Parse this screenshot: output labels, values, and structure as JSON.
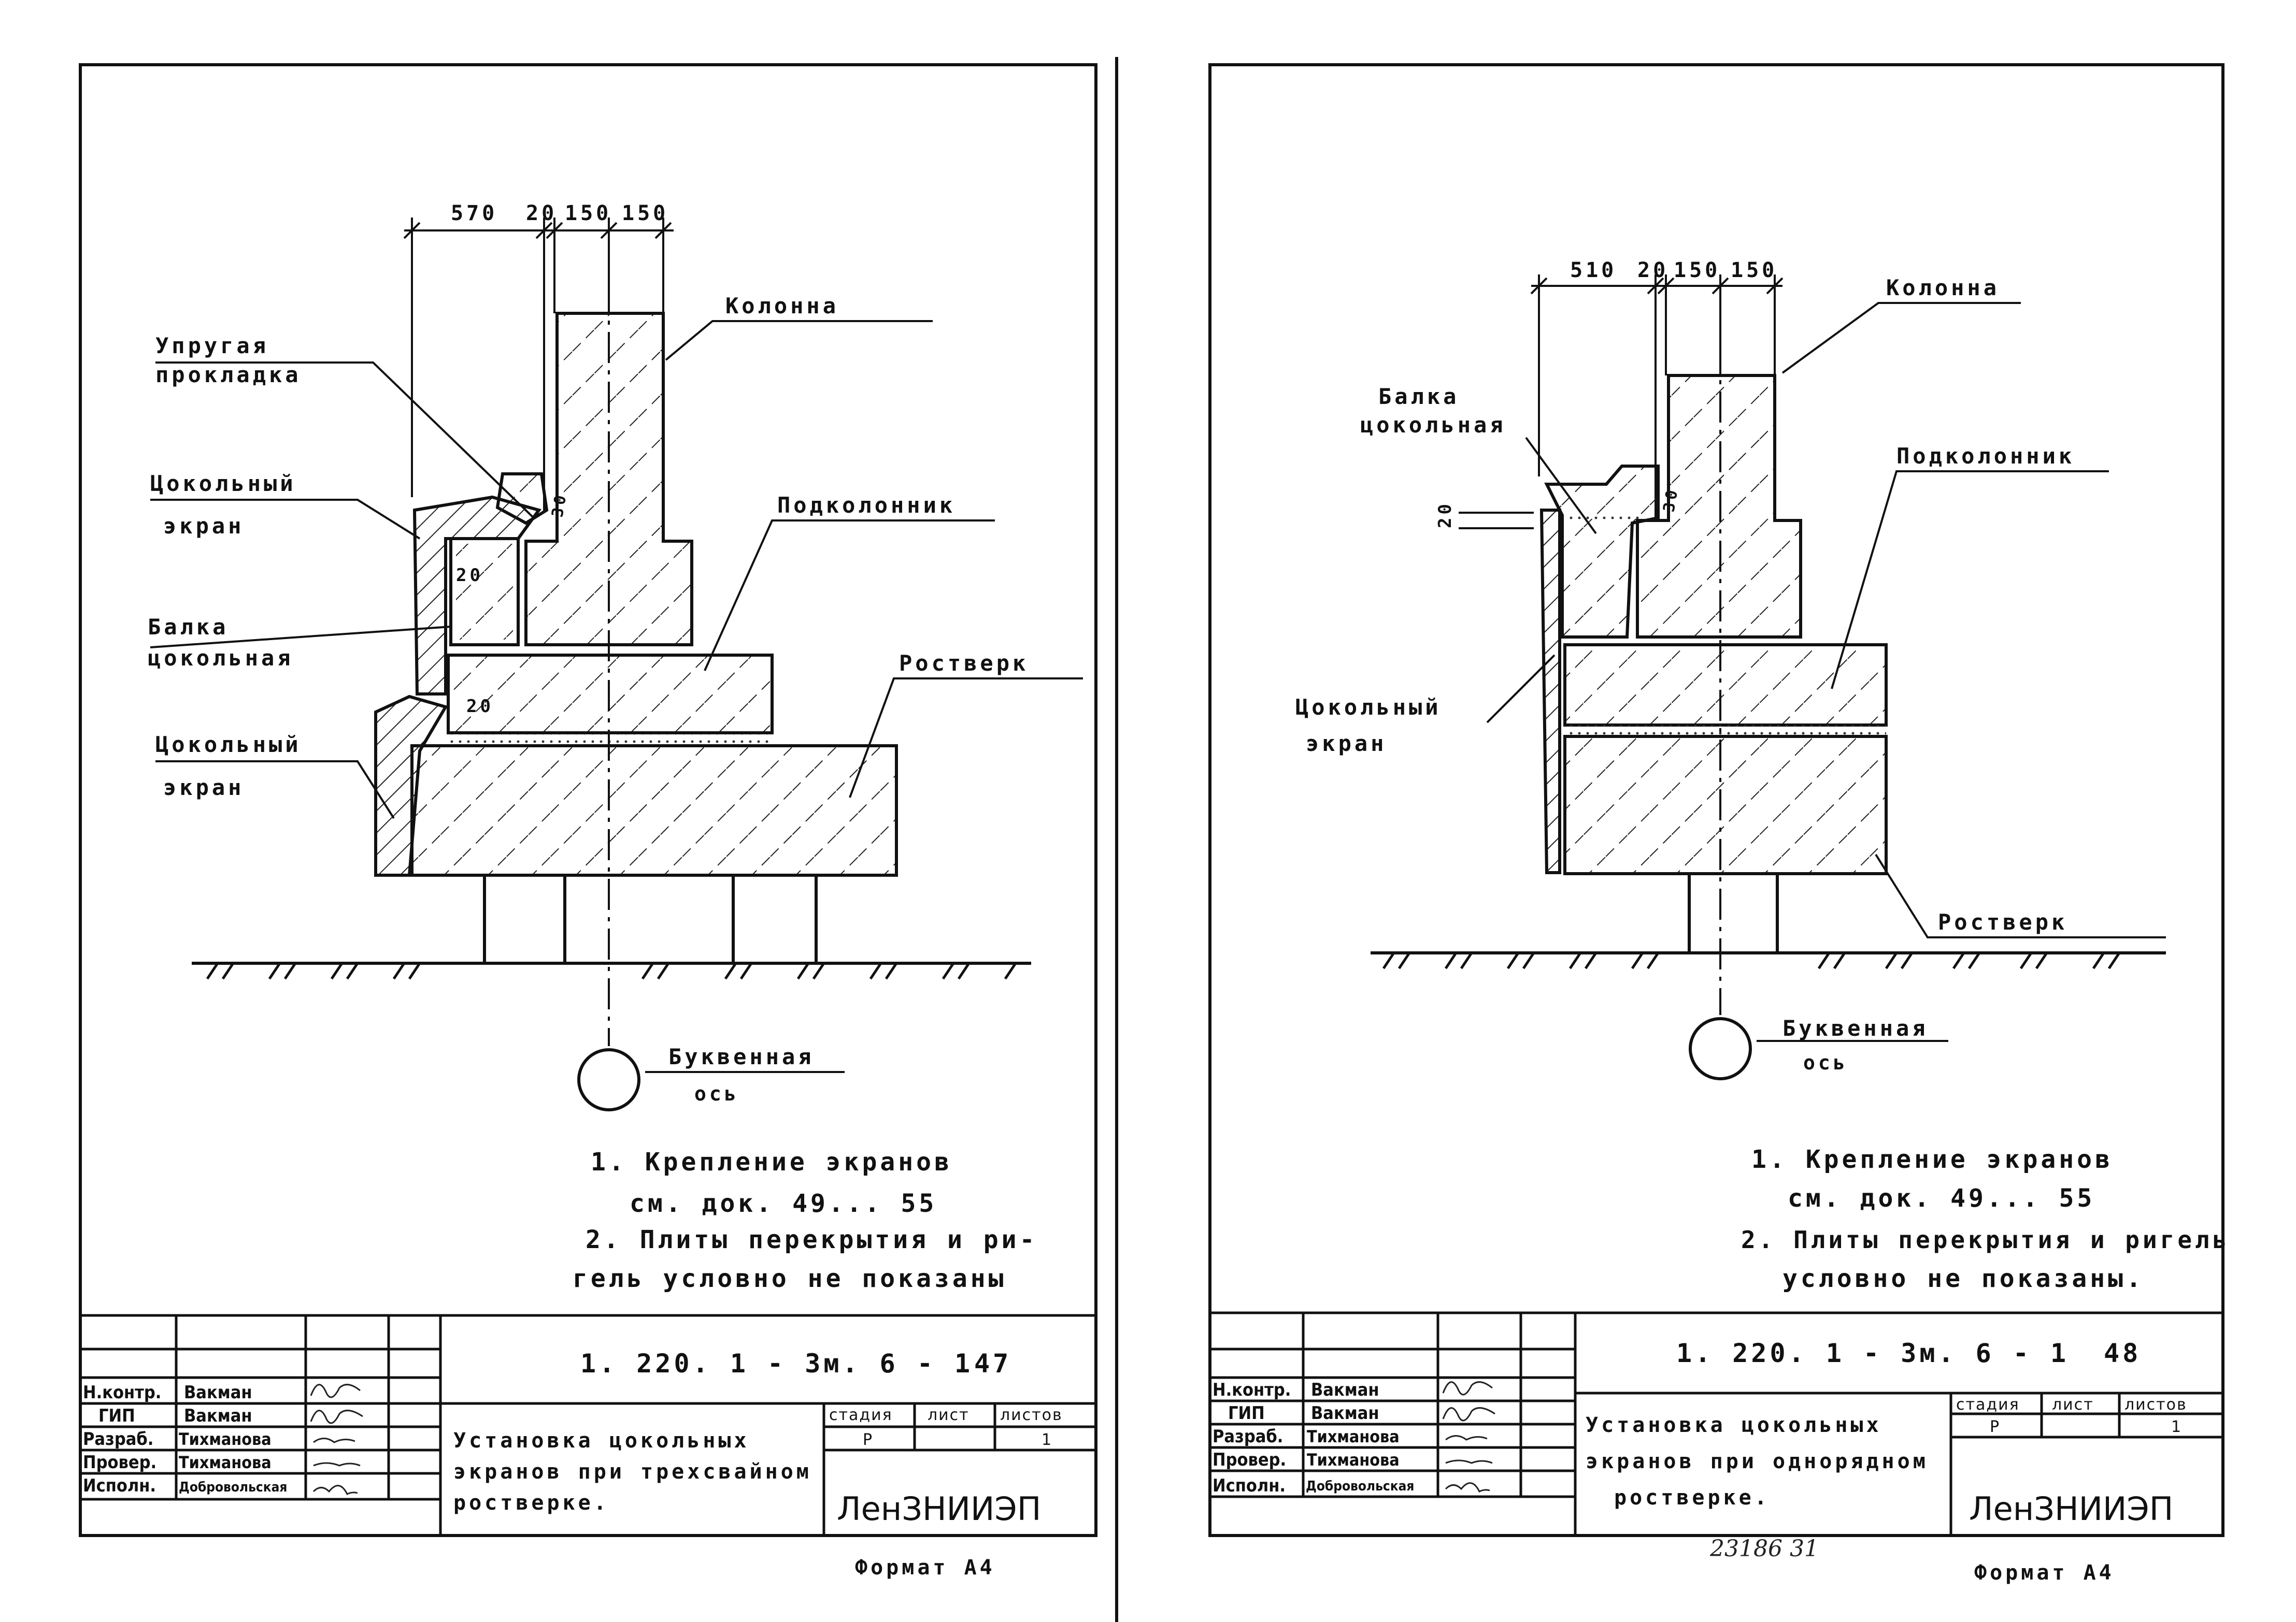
{
  "sheets": [
    {
      "dims": [
        "570",
        "20",
        "150",
        "150"
      ],
      "labels": {
        "column": "Колонна",
        "gasket": [
          "Упругая",
          "прокладка"
        ],
        "screen_upper": [
          "Цокольный",
          "экран"
        ],
        "beam": [
          "Балка",
          "цокольная"
        ],
        "screen_lower": [
          "Цокольный",
          "экран"
        ],
        "subcolumn": "Подколонник",
        "grillage": "Ростверк",
        "axis": [
          "Буквенная",
          "ось"
        ],
        "dim20a": "20",
        "dim20b": "20",
        "dim30": "30"
      },
      "notes": [
        "1. Крепление экранов",
        "см. док. 49... 55",
        "2. Плиты перекрытия и ри-",
        "гель условно не показаны"
      ],
      "doc_code": "1. 220. 1 - 3м. 6 - 1",
      "sheet_no": "47",
      "title": [
        "Установка цокольных",
        "экранов при трехсвайном",
        "ростверке."
      ],
      "stage_header": "стадия",
      "sheet_header": "лист",
      "sheets_header": "листов",
      "stage": "Р",
      "sheet": "1",
      "org": "ЛенЗНИИЭП",
      "roles": [
        "Н.контр.",
        "ГИП",
        "Разраб.",
        "Провер.",
        "Исполн."
      ],
      "names": [
        "Вакман",
        "Вакман",
        "Тихманова",
        "Тихманова",
        "Добровольская"
      ],
      "format": "Формат А4",
      "handwritten": ""
    },
    {
      "dims": [
        "510",
        "20",
        "150",
        "150"
      ],
      "labels": {
        "column": "Колонна",
        "beam": [
          "Балка",
          "цокольная"
        ],
        "subcolumn": "Подколонник",
        "screen": [
          "Цокольный",
          "экран"
        ],
        "grillage": "Ростверк",
        "axis": [
          "Буквенная",
          "ось"
        ],
        "dim20": "20",
        "dim30": "30"
      },
      "notes": [
        "1. Крепление экранов",
        "см. док. 49... 55",
        "2. Плиты перекрытия и ригель",
        "условно не показаны."
      ],
      "doc_code": "1. 220. 1 - 3м. 6 - 1",
      "sheet_no": "48",
      "title": [
        "Установка цокольных",
        "экранов при однорядном",
        "ростверке."
      ],
      "stage_header": "стадия",
      "sheet_header": "лист",
      "sheets_header": "листов",
      "stage": "Р",
      "sheet": "1",
      "org": "ЛенЗНИИЭП",
      "roles": [
        "Н.контр.",
        "ГИП",
        "Разраб.",
        "Провер.",
        "Исполн."
      ],
      "names": [
        "Вакман",
        "Вакман",
        "Тихманова",
        "Тихманова",
        "Добровольская"
      ],
      "format": "Формат А4",
      "handwritten": "23186   31"
    }
  ]
}
